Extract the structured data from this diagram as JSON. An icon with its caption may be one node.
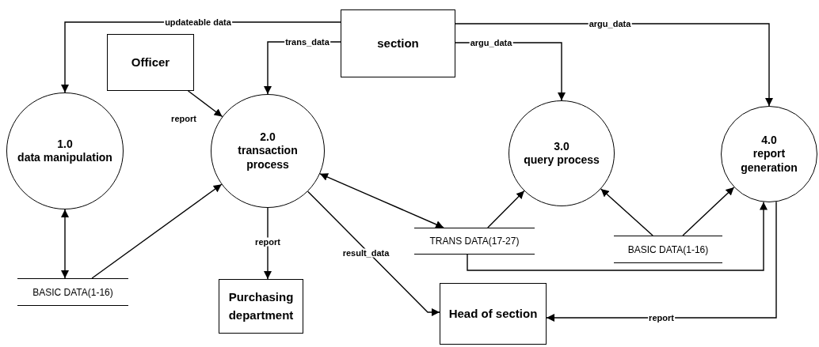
{
  "diagram": {
    "nodes": [
      {
        "text": [
          "section"
        ]
      },
      {
        "text": [
          "Officer"
        ]
      },
      {
        "text": [
          "1.0",
          "data manipulation"
        ]
      },
      {
        "text": [
          "2.0",
          "transaction process"
        ]
      },
      {
        "text": [
          "3.0",
          "query process"
        ]
      },
      {
        "text": [
          "4.0",
          "report generation"
        ]
      },
      {
        "text": [
          "BASIC DATA(1-16)"
        ]
      },
      {
        "text": [
          "Purchasing department"
        ]
      },
      {
        "text": [
          "TRANS DATA(17-27)"
        ]
      },
      {
        "text": [
          "BASIC DATA(1-16)"
        ]
      },
      {
        "text": [
          "Head of section"
        ]
      }
    ],
    "edges": [
      {
        "from": 0,
        "to": 2,
        "arrow": "to",
        "label": "updateable data"
      },
      {
        "from": 0,
        "to": 3,
        "arrow": "to",
        "label": "trans_data"
      },
      {
        "from": 0,
        "to": 4,
        "arrow": "to",
        "label": "argu_data"
      },
      {
        "from": 0,
        "to": 5,
        "arrow": "to",
        "label": "argu_data"
      },
      {
        "from": 1,
        "to": 3,
        "arrow": "to",
        "label": "report"
      },
      {
        "from": 2,
        "to": 6,
        "arrow": "both"
      },
      {
        "from": 6,
        "to": 3,
        "arrow": "to"
      },
      {
        "from": 3,
        "to": 8,
        "arrow": "both"
      },
      {
        "from": 3,
        "to": 7,
        "arrow": "to",
        "label": "report"
      },
      {
        "from": 3,
        "to": 10,
        "arrow": "to",
        "label": "result_data"
      },
      {
        "from": 8,
        "to": 4,
        "arrow": "to"
      },
      {
        "from": 9,
        "to": 4,
        "arrow": "to"
      },
      {
        "from": 9,
        "to": 5,
        "arrow": "to"
      },
      {
        "from": 8,
        "to": 5,
        "arrow": "to"
      },
      {
        "from": 5,
        "to": 10,
        "arrow": "to",
        "label": "report"
      }
    ]
  }
}
